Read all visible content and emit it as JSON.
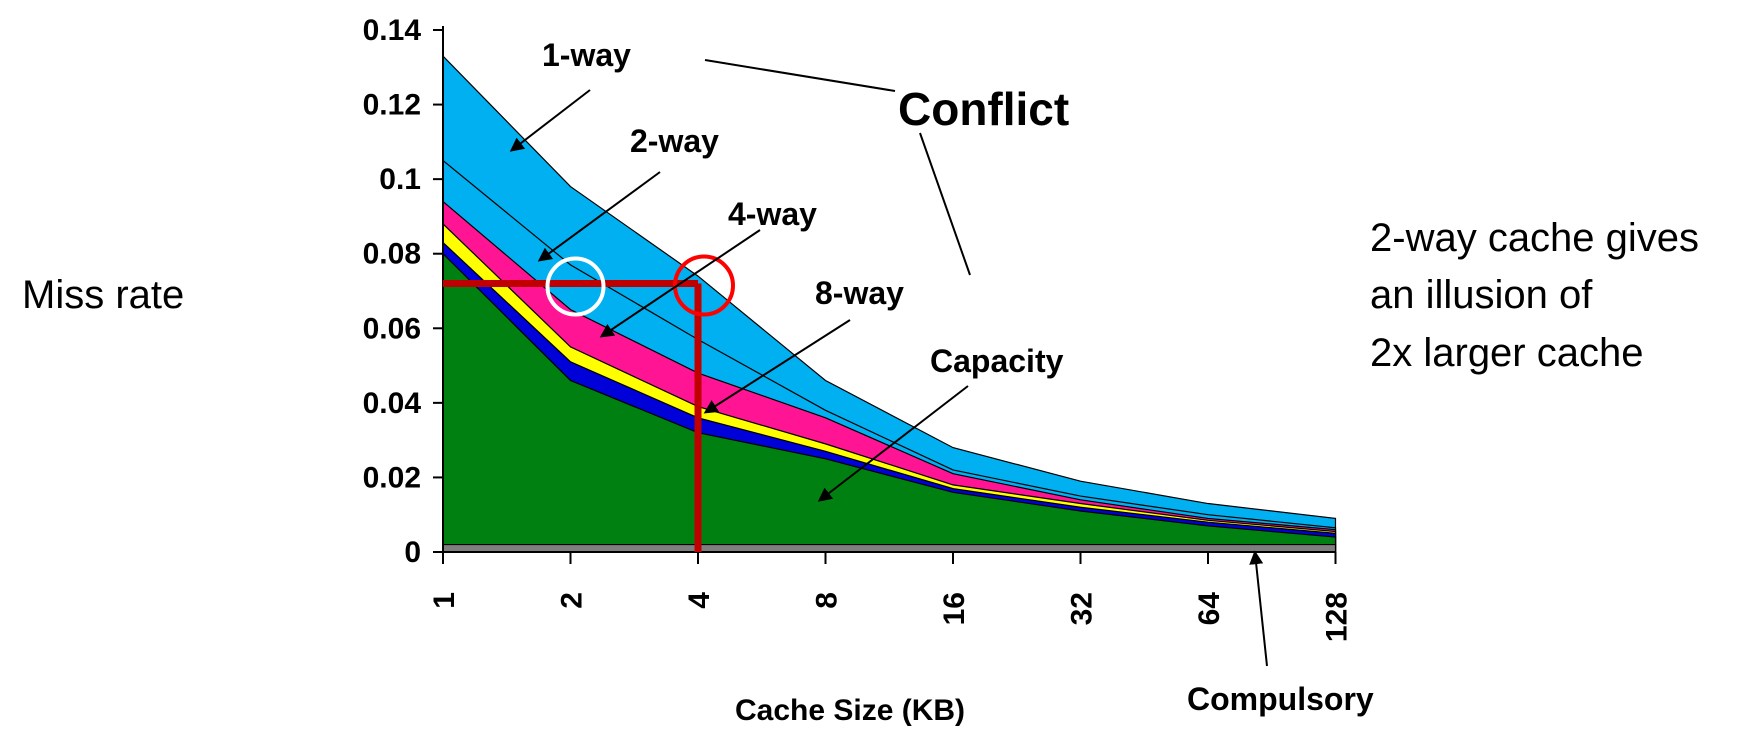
{
  "chart_data": {
    "type": "area",
    "title": "",
    "xlabel": "Cache Size (KB)",
    "ylabel": "Miss rate",
    "categories": [
      "1",
      "2",
      "4",
      "8",
      "16",
      "32",
      "64",
      "128"
    ],
    "ylim": [
      0,
      0.14
    ],
    "yticks": [
      "0",
      "0.02",
      "0.04",
      "0.06",
      "0.08",
      "0.1",
      "0.12",
      "0.14"
    ],
    "stacking": "cumulative boundaries",
    "series": [
      {
        "name": "Compulsory",
        "color": "#7f7f7f",
        "values": [
          0.002,
          0.002,
          0.002,
          0.002,
          0.002,
          0.002,
          0.002,
          0.002
        ]
      },
      {
        "name": "Capacity",
        "color": "#008010",
        "values": [
          0.08,
          0.046,
          0.032,
          0.025,
          0.016,
          0.011,
          0.007,
          0.004
        ]
      },
      {
        "name": "8-way",
        "color": "#0000d8",
        "values": [
          0.083,
          0.051,
          0.036,
          0.027,
          0.017,
          0.012,
          0.008,
          0.005
        ]
      },
      {
        "name": "4-way",
        "color": "#ffff00",
        "values": [
          0.088,
          0.055,
          0.039,
          0.029,
          0.018,
          0.013,
          0.0085,
          0.0055
        ]
      },
      {
        "name": "2-way",
        "color": "#ff1493",
        "values": [
          0.094,
          0.065,
          0.048,
          0.036,
          0.021,
          0.014,
          0.009,
          0.006
        ]
      },
      {
        "name": "1-way",
        "color": "#00b0f0",
        "values": [
          0.105,
          0.077,
          0.057,
          0.038,
          0.022,
          0.015,
          0.01,
          0.0065
        ]
      },
      {
        "name": "",
        "color": "#00b0f0",
        "values": [
          0.133,
          0.098,
          0.074,
          0.046,
          0.028,
          0.019,
          0.013,
          0.009
        ]
      }
    ],
    "annotations": {
      "one_way": "1-way",
      "two_way": "2-way",
      "four_way": "4-way",
      "eight_way": "8-way",
      "capacity": "Capacity",
      "conflict": "Conflict",
      "compulsory": "Compulsory"
    },
    "highlight": {
      "line_color": "#c00000",
      "y_value": 0.072,
      "x_category": "4",
      "white_circle_at": "2",
      "red_circle_at": "4"
    }
  },
  "side_note": {
    "lines": [
      "2-way cache gives",
      "an illusion of",
      "2x larger cache"
    ]
  },
  "y_title": "Miss rate"
}
